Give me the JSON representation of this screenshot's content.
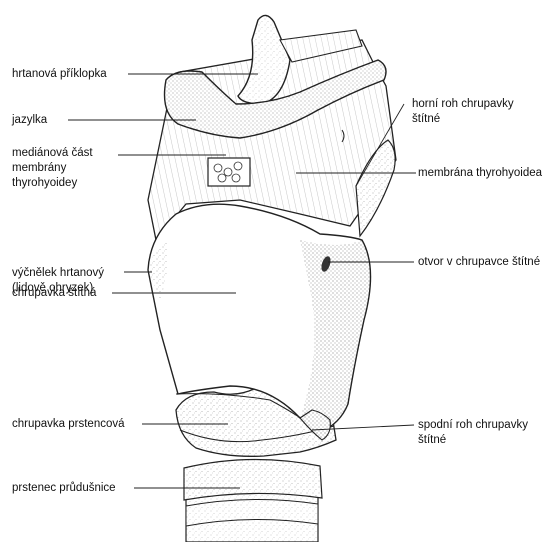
{
  "diagram": {
    "labels_left": [
      {
        "key": "epiglottis",
        "text": "hrtanová příklopka"
      },
      {
        "key": "tongue",
        "text": "jazylka"
      },
      {
        "key": "median_membrane",
        "text": "mediánová část\nmembrány\nthyrohyoidey"
      },
      {
        "key": "prominence",
        "text": "výčnělek hrtanový\n(lidově ohryzek)"
      },
      {
        "key": "thyroid",
        "text": "chrupavka štítná"
      },
      {
        "key": "cricoid",
        "text": "chrupavka prstencová"
      },
      {
        "key": "trachea_ring",
        "text": "prstenec průdušnice"
      }
    ],
    "labels_right": [
      {
        "key": "superior_horn",
        "text": "horní roh chrupavky\nštítné"
      },
      {
        "key": "thyrohyoid_membrane",
        "text": "membrána thyrohyoidea"
      },
      {
        "key": "foramen",
        "text": "otvor v chrupavce štítné"
      },
      {
        "key": "inferior_horn",
        "text": "spodní roh chrupavky\nštítné"
      }
    ]
  }
}
